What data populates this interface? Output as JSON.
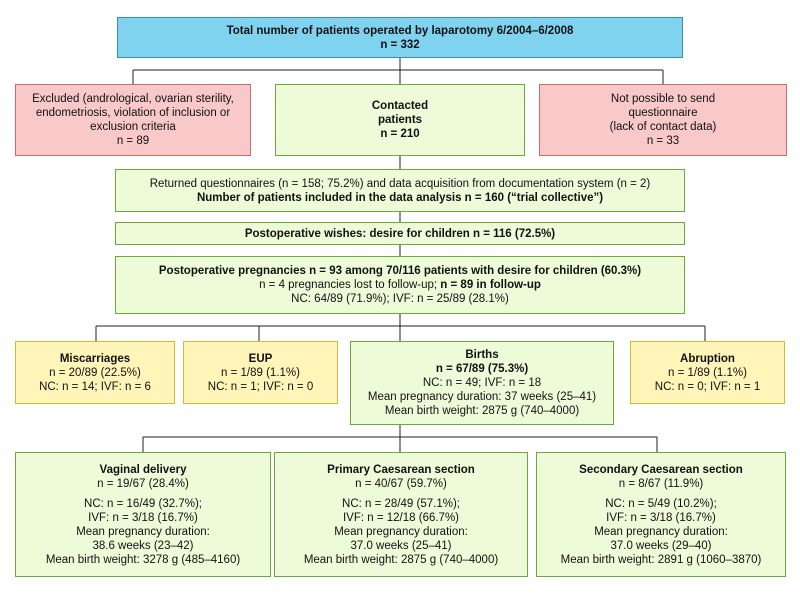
{
  "colors": {
    "header": "#7fd3ee",
    "included": "#eefbd9",
    "excluded": "#f9c9c9",
    "outcome": "#fff5b8"
  },
  "total": {
    "line1": "Total number of patients operated by laparotomy 6/2004–6/2008",
    "line2": "n = 332"
  },
  "excluded": {
    "lines": [
      "Excluded (andrological, ovarian sterility,",
      "endometriosis, violation of inclusion or",
      "exclusion criteria",
      "n = 89"
    ]
  },
  "contacted": {
    "line1": "Contacted",
    "line2": "patients",
    "line3": "n = 210"
  },
  "not_possible": {
    "lines": [
      "Not possible to send",
      "questionnaire",
      "(lack of contact data)",
      "n = 33"
    ]
  },
  "returned": {
    "line1": "Returned questionnaires (n = 158; 75.2%) and data acquisition from documentation system (n = 2)",
    "line2": "Number of patients included in the data analysis n = 160 (“trial collective”)"
  },
  "wishes": {
    "line1": "Postoperative wishes: desire for children n = 116 (72.5%)"
  },
  "pregnancies": {
    "line1": "Postoperative pregnancies n = 93 among 70/116 patients with desire for children (60.3%)",
    "line2a": "n = 4 pregnancies lost to follow-up; ",
    "line2b": "n = 89 in follow-up",
    "line3": "NC: 64/89 (71.9%); IVF: n = 25/89 (28.1%)"
  },
  "miscarriages": {
    "title": "Miscarriages",
    "line1": "n = 20/89 (22.5%)",
    "line2": "NC: n = 14; IVF: n = 6"
  },
  "eup": {
    "title": "EUP",
    "line1": "n = 1/89 (1.1%)",
    "line2": "NC: n = 1; IVF: n = 0"
  },
  "births": {
    "title": "Births",
    "line1": "n = 67/89 (75.3%)",
    "line2": "NC: n = 49; IVF: n = 18",
    "line3": "Mean pregnancy duration: 37 weeks (25–41)",
    "line4": "Mean birth weight: 2875 g (740–4000)"
  },
  "abruption": {
    "title": "Abruption",
    "line1": "n = 1/89 (1.1%)",
    "line2": "NC: n = 0; IVF: n = 1"
  },
  "vaginal": {
    "title": "Vaginal delivery",
    "line1": "n = 19/67 (28.4%)",
    "line2": "NC: n = 16/49 (32.7%);",
    "line3": "IVF: n = 3/18 (16.7%)",
    "line4": "Mean pregnancy duration:",
    "line5": "38.6 weeks (23–42)",
    "line6": "Mean birth weight: 3278 g (485–4160)"
  },
  "primary": {
    "title": "Primary Caesarean section",
    "line1": "n = 40/67 (59.7%)",
    "line2": "NC: n = 28/49 (57.1%);",
    "line3": "IVF: n = 12/18 (66.7%)",
    "line4": "Mean pregnancy duration:",
    "line5": "37.0 weeks (25–41)",
    "line6": "Mean birth weight: 2875 g (740–4000)"
  },
  "secondary": {
    "title": "Secondary Caesarean section",
    "line1": "n = 8/67 (11.9%)",
    "line2": "NC: n = 5/49 (10.2%);",
    "line3": "IVF: n = 3/18 (16.7%)",
    "line4": "Mean pregnancy duration:",
    "line5": "37.0 weeks (29–40)",
    "line6": "Mean birth weight: 2891 g (1060–3870)"
  }
}
